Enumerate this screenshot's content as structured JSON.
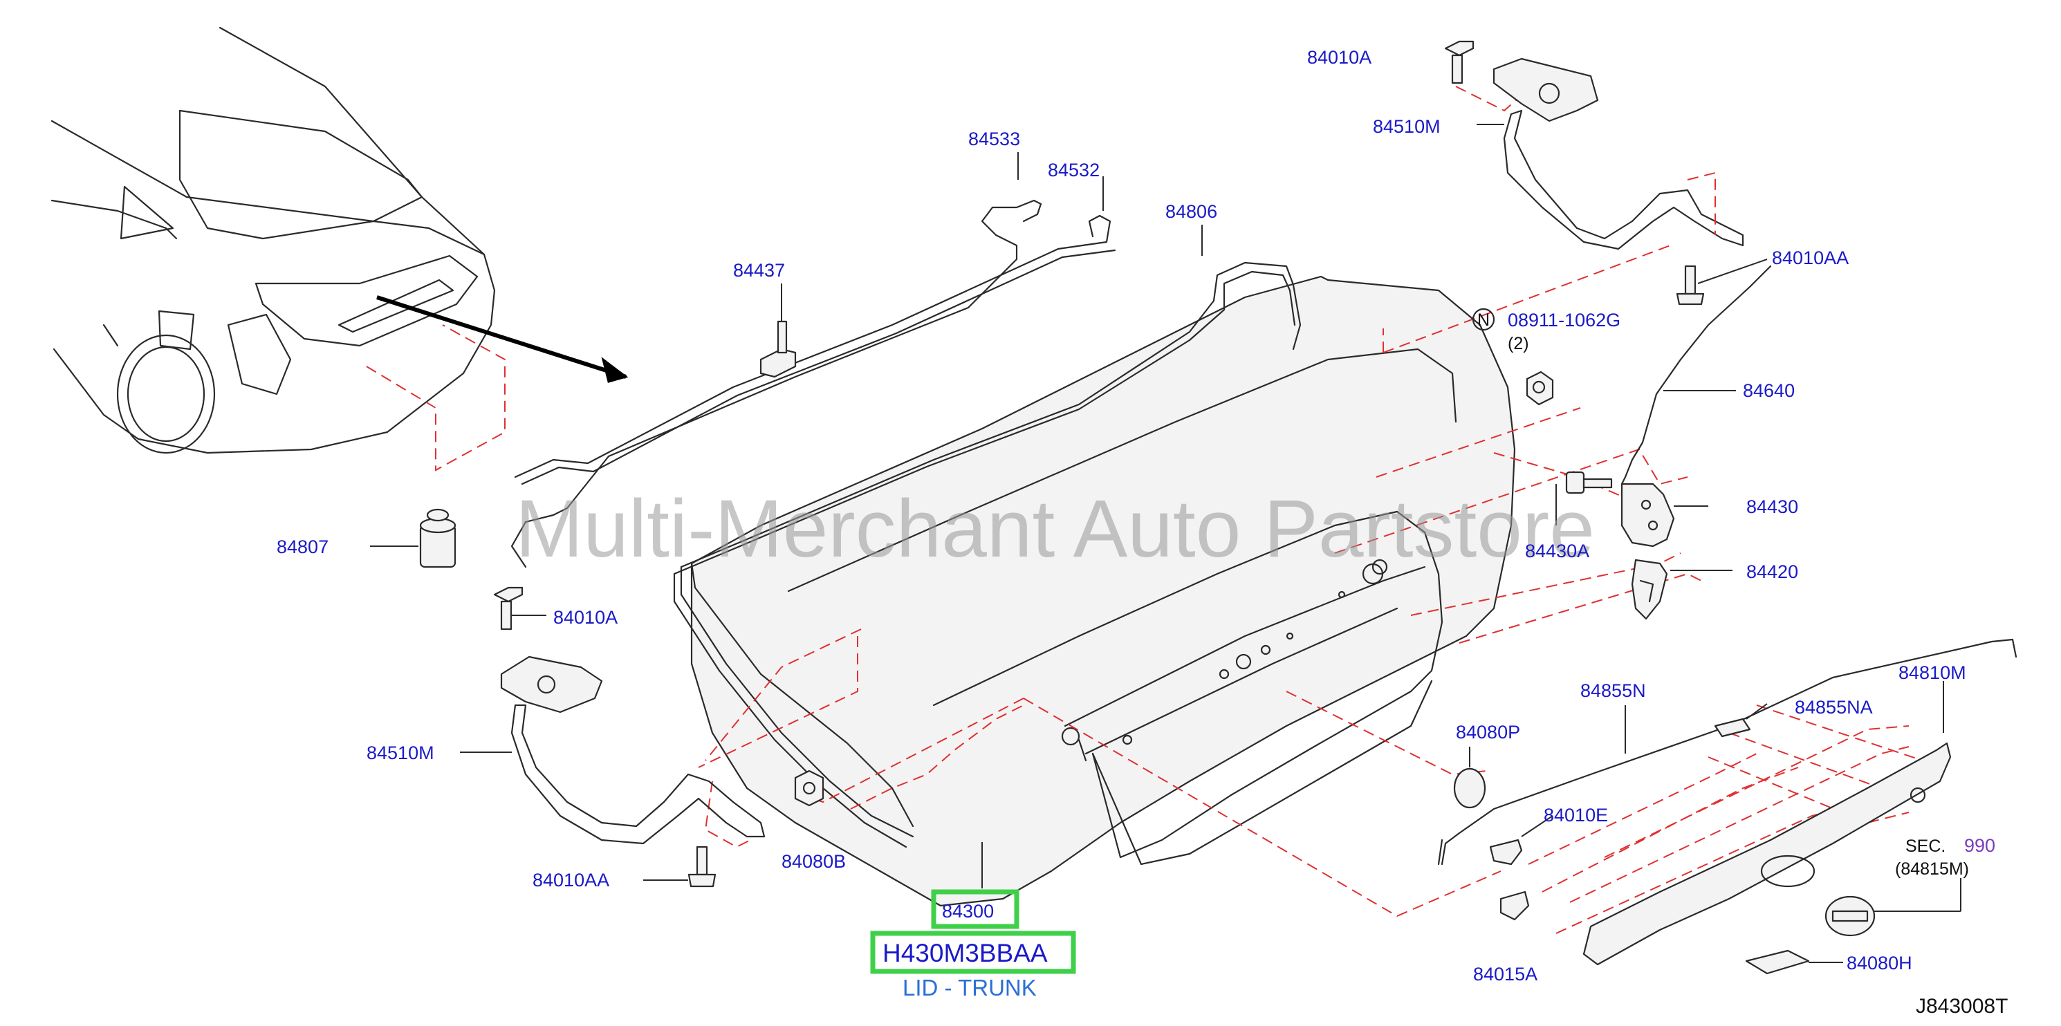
{
  "watermark": "Multi-Merchant Auto Partstore",
  "diagram_code": "J843008T",
  "highlighted_part": {
    "number": "84300",
    "oem_number": "H430M3BBAA",
    "description": "LID - TRUNK"
  },
  "labels": {
    "p84010A_top": "84010A",
    "p84510M_top": "84510M",
    "p84533": "84533",
    "p84532": "84532",
    "p84437": "84437",
    "p84806": "84806",
    "p84010AA_right": "84010AA",
    "p08911": "08911-1062G",
    "p08911_qty": "(2)",
    "n_symbol": "N",
    "p84640": "84640",
    "p84430": "84430",
    "p84430A": "84430A",
    "p84420": "84420",
    "p84807": "84807",
    "p84010A_left": "84010A",
    "p84510M_left": "84510M",
    "p84010AA_left": "84010AA",
    "p84080B": "84080B",
    "p84080P": "84080P",
    "p84855N": "84855N",
    "p84855NA": "84855NA",
    "p84810M": "84810M",
    "p84010E": "84010E",
    "p84015A": "84015A",
    "sec_prefix": "SEC.",
    "sec_number": "990",
    "sec_ref": "(84815M)",
    "p84080H": "84080H"
  },
  "colors": {
    "label_text": "#1a1ac8",
    "highlight_box": "#3fd04a",
    "description_text": "#2a6fd6",
    "dashed_guides": "#e03030",
    "sec_number": "#7a3fb8",
    "watermark": "#9a9a9a"
  }
}
